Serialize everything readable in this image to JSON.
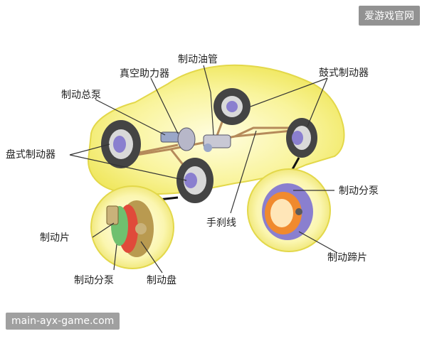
{
  "watermarks": {
    "top_right": "爱游戏官网",
    "bottom_left": "main-ayx-game.com"
  },
  "labels": {
    "brake_line": "制动油管",
    "vacuum_booster": "真空助力器",
    "master_cylinder": "制动总泵",
    "drum_brake": "鼓式制动器",
    "disc_brake": "盘式制动器",
    "drum_wheel_cylinder": "制动分泵",
    "handbrake_cable": "手刹线",
    "brake_pad": "制动片",
    "brake_shoe": "制动蹄片",
    "disc_wheel_cylinder": "制动分泵",
    "brake_disc": "制动盘"
  },
  "colors": {
    "car_body": "#f5ef7a",
    "car_edge": "#e3d84a",
    "brake_line": "#b58a5a",
    "tire": "#444444",
    "hub": "#8a7fcf",
    "disc_rotor": "#e04a3a",
    "pad": "#6fc06f",
    "drum_shoe": "#f08a2e"
  }
}
